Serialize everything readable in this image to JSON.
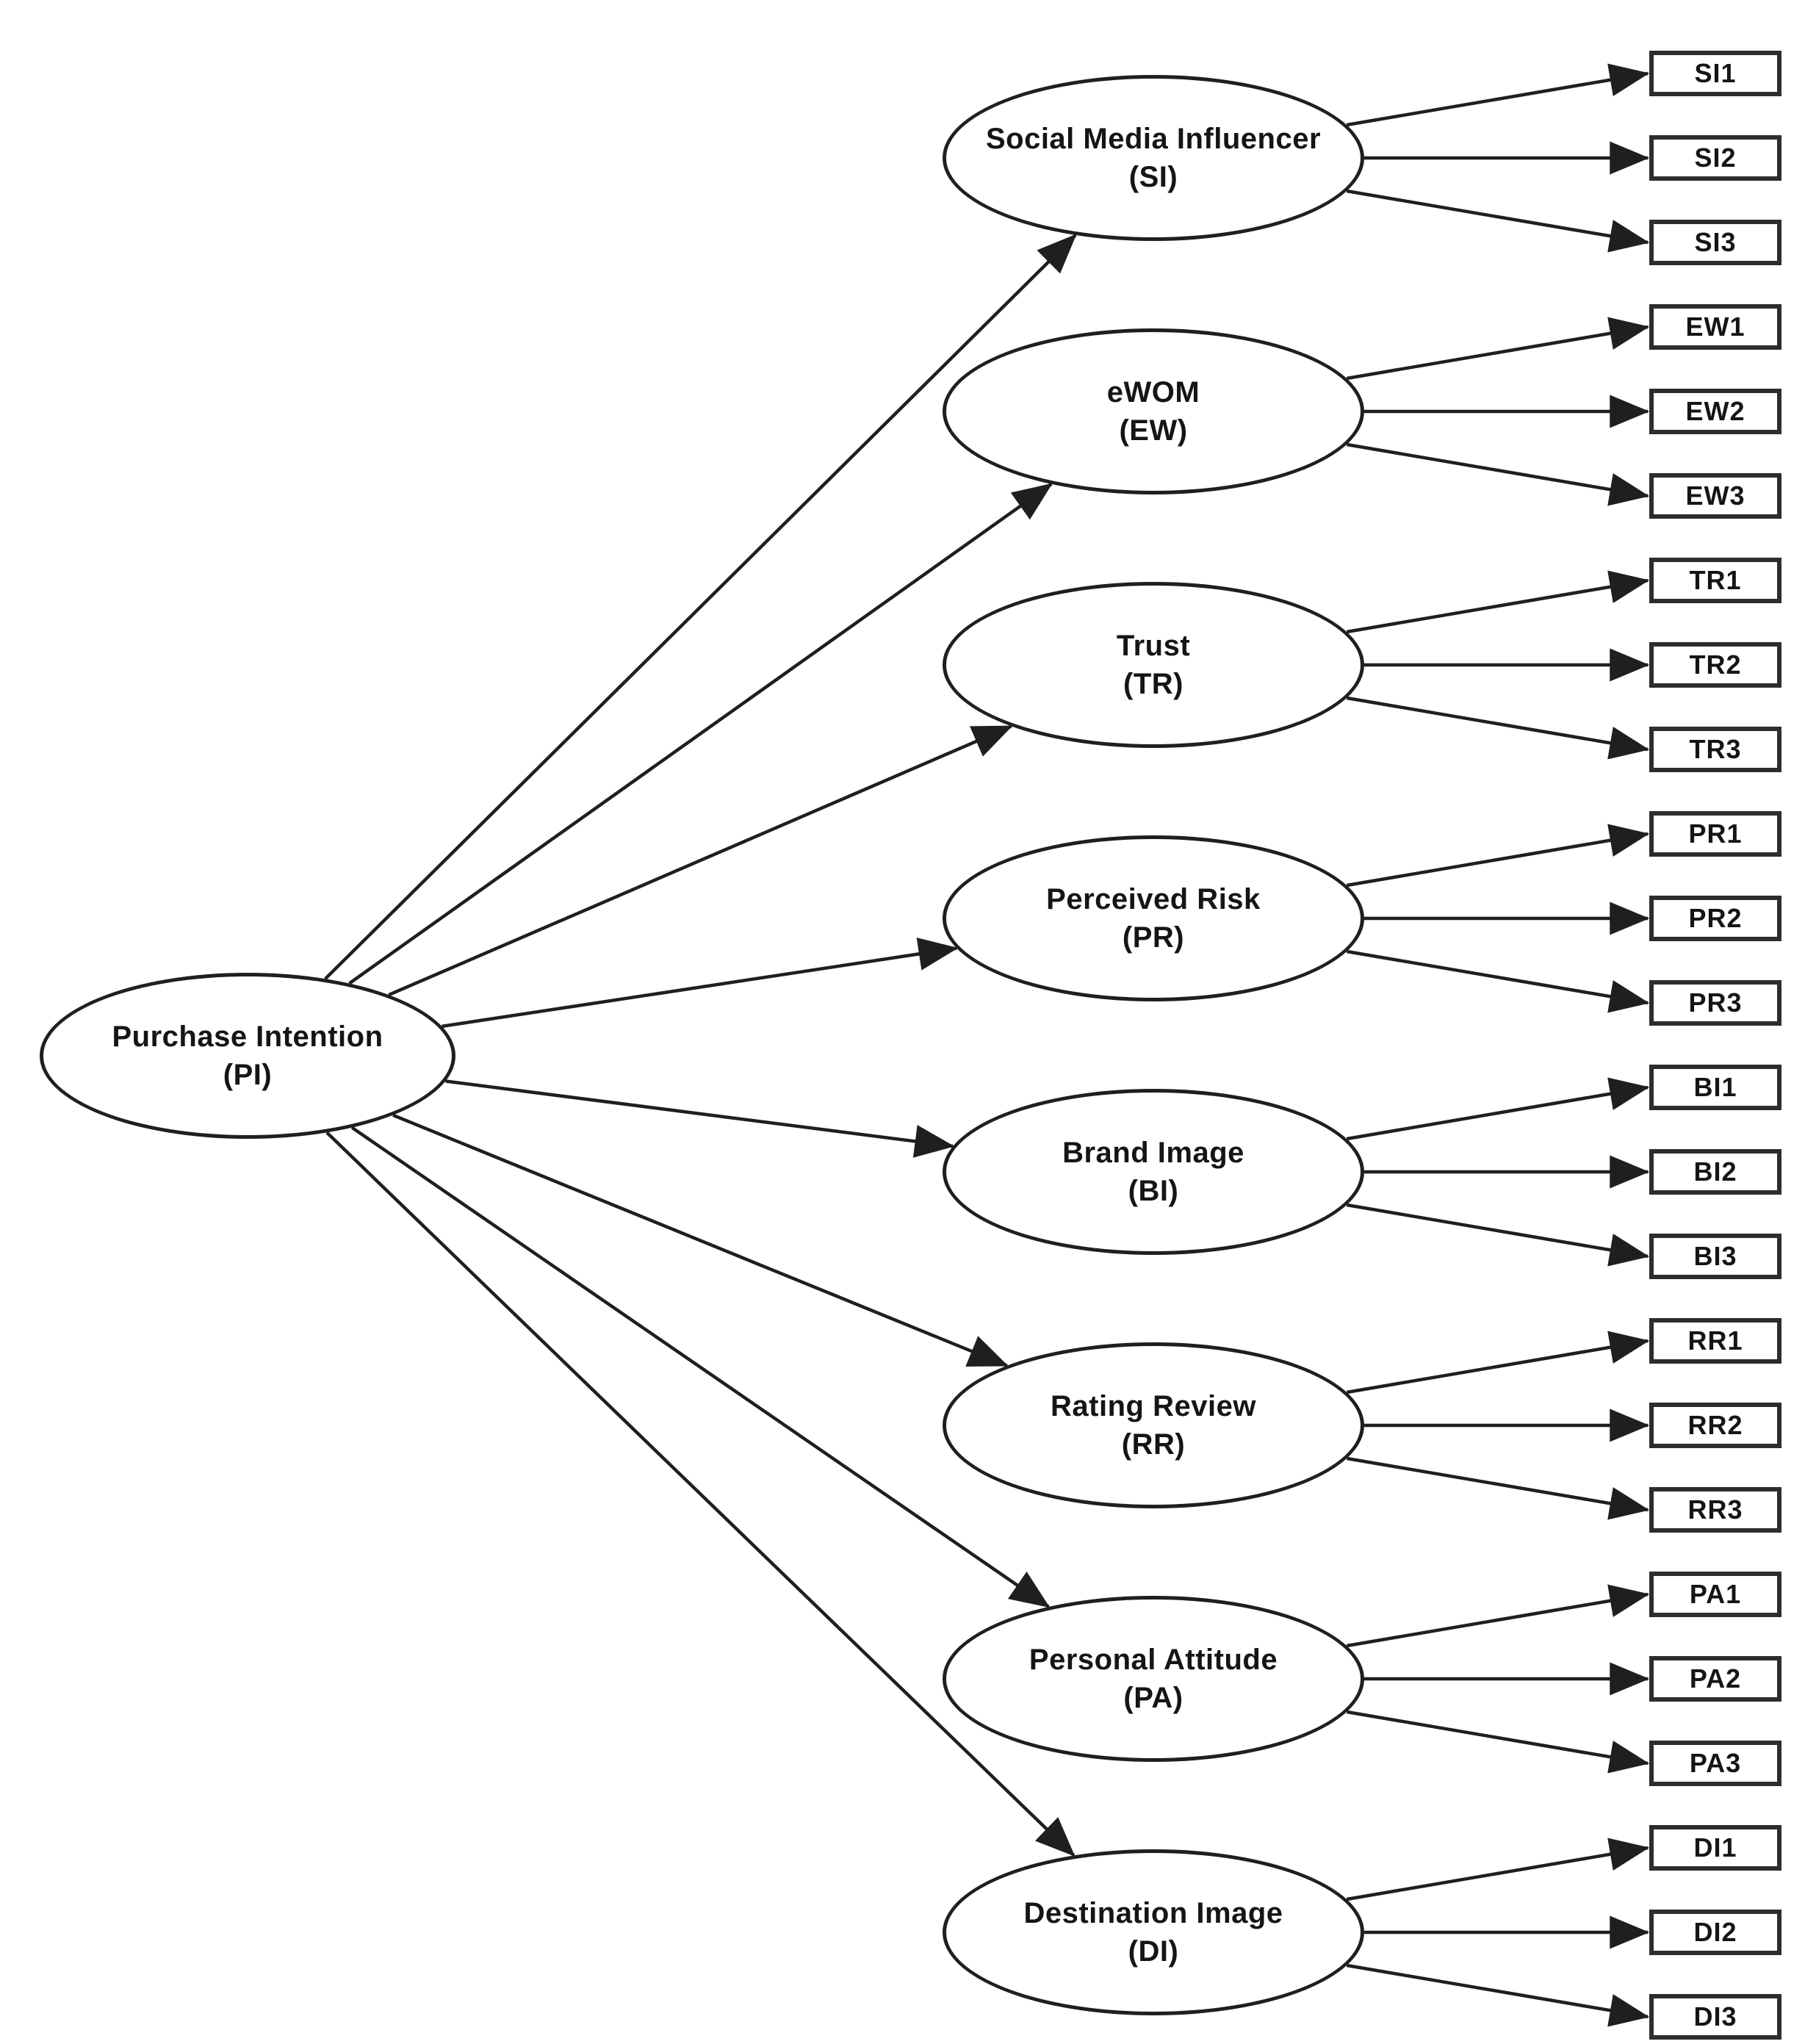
{
  "diagram": {
    "type": "sem-path-diagram",
    "colors": {
      "background": "#ffffff",
      "line": "#1f1f1f",
      "node_fill": "#ffffff",
      "node_border": "#1f1f1f",
      "box_border": "#2d2d2d",
      "text": "#151515"
    },
    "source_node": {
      "id": "PI",
      "label": "Purchase Intention",
      "code": "(PI)"
    },
    "constructs": [
      {
        "id": "SI",
        "label": "Social Media Influencer",
        "code": "(SI)",
        "indicators": [
          "SI1",
          "SI2",
          "SI3"
        ]
      },
      {
        "id": "EW",
        "label": "eWOM",
        "code": "(EW)",
        "indicators": [
          "EW1",
          "EW2",
          "EW3"
        ]
      },
      {
        "id": "TR",
        "label": "Trust",
        "code": "(TR)",
        "indicators": [
          "TR1",
          "TR2",
          "TR3"
        ]
      },
      {
        "id": "PR",
        "label": "Perceived Risk",
        "code": "(PR)",
        "indicators": [
          "PR1",
          "PR2",
          "PR3"
        ]
      },
      {
        "id": "BI",
        "label": "Brand Image",
        "code": "(BI)",
        "indicators": [
          "BI1",
          "BI2",
          "BI3"
        ]
      },
      {
        "id": "RR",
        "label": "Rating Review",
        "code": "(RR)",
        "indicators": [
          "RR1",
          "RR2",
          "RR3"
        ]
      },
      {
        "id": "PA",
        "label": "Personal Attitude",
        "code": "(PA)",
        "indicators": [
          "PA1",
          "PA2",
          "PA3"
        ]
      },
      {
        "id": "DI",
        "label": "Destination Image",
        "code": "(DI)",
        "indicators": [
          "DI1",
          "DI2",
          "DI3"
        ]
      }
    ]
  }
}
